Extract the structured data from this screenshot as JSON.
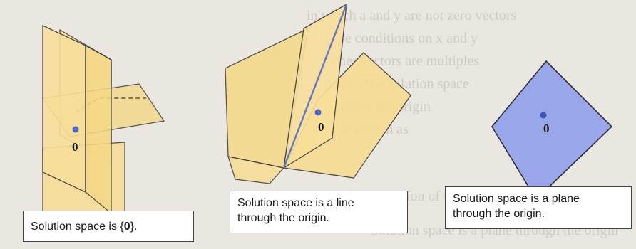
{
  "background_text": {
    "lines": [
      "in which a and y are not zero vectors",
      "These conditions on x and y",
      "either vectors are multiples",
      "plane. The solution space",
      "contains the origin",
      "be rewritten as",
      "the first equation of the form",
      "Solution space is a plane through the origin"
    ]
  },
  "panels": [
    {
      "origin_label": "0",
      "caption": {
        "prefix": "Solution space is {",
        "bold": "0",
        "suffix": "}."
      }
    },
    {
      "origin_label": "0",
      "caption": {
        "line1": "Solution space is a line",
        "line2": "through the origin."
      }
    },
    {
      "origin_label": "0",
      "caption": {
        "line1": "Solution space is a plane",
        "line2": "through the origin."
      }
    }
  ],
  "colors": {
    "plane_fill": "#f7dc92",
    "plane_stroke": "#3a3a3a",
    "blue_plane": "#9aa6ea",
    "origin_dot": "#4a63c9",
    "line_of_intersection": "#6077c2"
  }
}
